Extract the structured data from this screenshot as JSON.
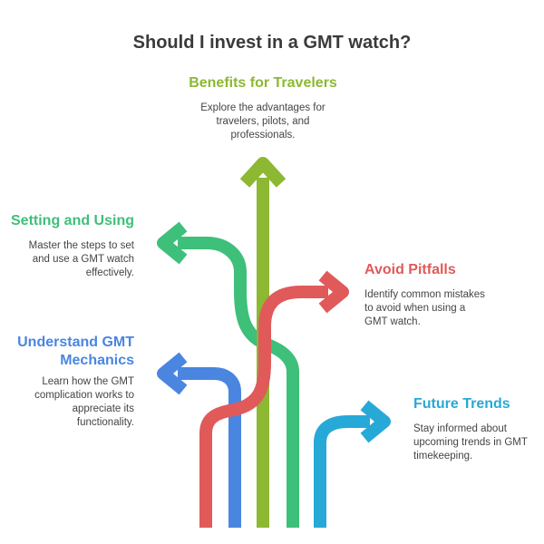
{
  "title": "Should I invest in a GMT watch?",
  "nodes": [
    {
      "id": "benefits",
      "title": "Benefits for Travelers",
      "description": "Explore the advantages for travelers, pilots, and professionals.",
      "color": "#8cb832"
    },
    {
      "id": "setting",
      "title": "Setting and Using",
      "description": "Master the steps to set and use a GMT watch effectively.",
      "color": "#3ebf7a"
    },
    {
      "id": "pitfalls",
      "title": "Avoid Pitfalls",
      "description": "Identify common mistakes to avoid when using a GMT watch.",
      "color": "#e05a5a"
    },
    {
      "id": "mechanics",
      "title": "Understand GMT Mechanics",
      "description": "Learn how the GMT complication works to appreciate its functionality.",
      "color": "#4a86e0"
    },
    {
      "id": "trends",
      "title": "Future Trends",
      "description": "Stay informed about upcoming trends in GMT timekeeping.",
      "color": "#27a9d8"
    }
  ]
}
